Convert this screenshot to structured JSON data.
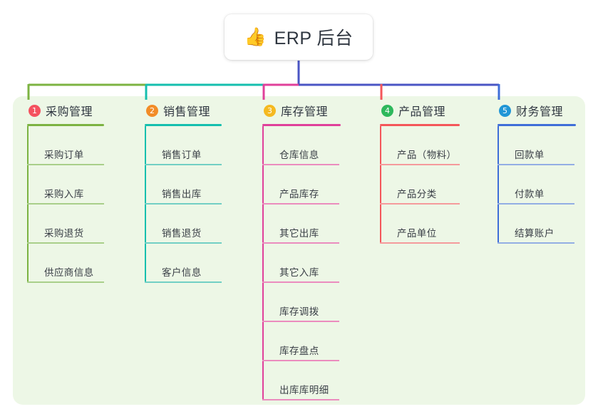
{
  "root": {
    "icon": "thumbs-up-icon",
    "emoji": "👍",
    "title": "ERP 后台"
  },
  "palette": {
    "panel_bg": "#edf7e6",
    "page_bg": "#ffffff",
    "root_trunk": "#4a55c4",
    "text": "#2f3640"
  },
  "columns": [
    {
      "index": "1",
      "title": "采购管理",
      "badge_color": "#f4525f",
      "line_color": "#7cb342",
      "leaf_line_color": "#a9cf8a",
      "items": [
        {
          "label": "采购订单"
        },
        {
          "label": "采购入库"
        },
        {
          "label": "采购退货"
        },
        {
          "label": "供应商信息"
        }
      ]
    },
    {
      "index": "2",
      "title": "销售管理",
      "badge_color": "#f28c28",
      "line_color": "#15bfae",
      "leaf_line_color": "#72cfc4",
      "items": [
        {
          "label": "销售订单"
        },
        {
          "label": "销售出库"
        },
        {
          "label": "销售退货"
        },
        {
          "label": "客户信息"
        }
      ]
    },
    {
      "index": "3",
      "title": "库存管理",
      "badge_color": "#f5b920",
      "line_color": "#e0409a",
      "leaf_line_color": "#eb8cbe",
      "items": [
        {
          "label": "仓库信息"
        },
        {
          "label": "产品库存"
        },
        {
          "label": "其它出库"
        },
        {
          "label": "其它入库"
        },
        {
          "label": "库存调拨"
        },
        {
          "label": "库存盘点"
        },
        {
          "label": "出库库明细"
        }
      ]
    },
    {
      "index": "4",
      "title": "产品管理",
      "badge_color": "#2eb85c",
      "line_color": "#f4565a",
      "leaf_line_color": "#f59a9c",
      "items": [
        {
          "label": "产品（物料）"
        },
        {
          "label": "产品分类"
        },
        {
          "label": "产品单位"
        }
      ]
    },
    {
      "index": "5",
      "title": "财务管理",
      "badge_color": "#2196d6",
      "line_color": "#3f6ed8",
      "leaf_line_color": "#93aee4",
      "items": [
        {
          "label": "回款单"
        },
        {
          "label": "付款单"
        },
        {
          "label": "结算账户"
        }
      ]
    }
  ]
}
